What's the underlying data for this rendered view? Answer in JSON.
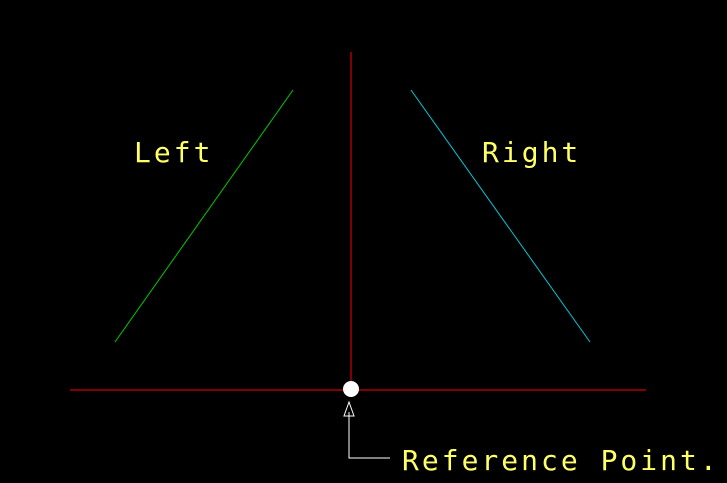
{
  "labels": {
    "left": "Left",
    "right": "Right",
    "reference": "Reference Point."
  },
  "colors": {
    "background": "#000000",
    "axis": "#ff0000",
    "left_line": "#00c800",
    "right_line": "#00c8d8",
    "text": "#ffff66",
    "leader": "#ffffff",
    "reference_point": "#ffffff"
  }
}
